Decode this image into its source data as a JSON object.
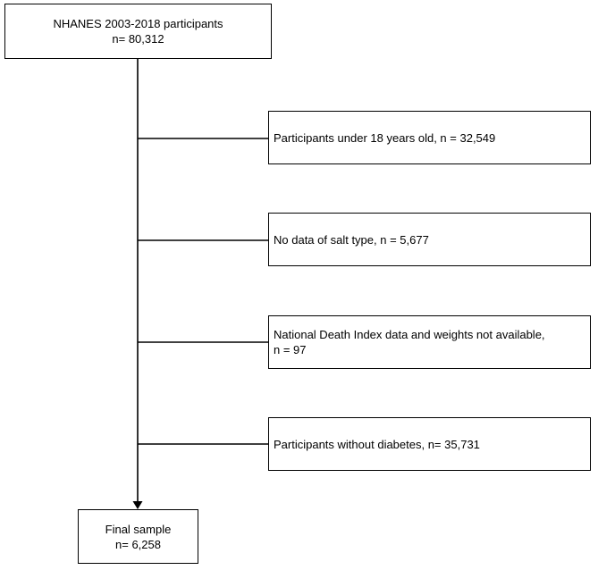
{
  "top_box": {
    "line1": "NHANES 2003-2018 participants",
    "line2": "n= 80,312"
  },
  "exclusions": [
    {
      "text": "Participants under 18 years old, n = 32,549"
    },
    {
      "text": "No data of salt type, n = 5,677"
    },
    {
      "line1": "National Death Index data and weights not available,",
      "line2": "n = 97"
    },
    {
      "text": "Participants without diabetes, n= 35,731"
    }
  ],
  "final_box": {
    "line1": "Final sample",
    "line2": "n= 6,258"
  }
}
